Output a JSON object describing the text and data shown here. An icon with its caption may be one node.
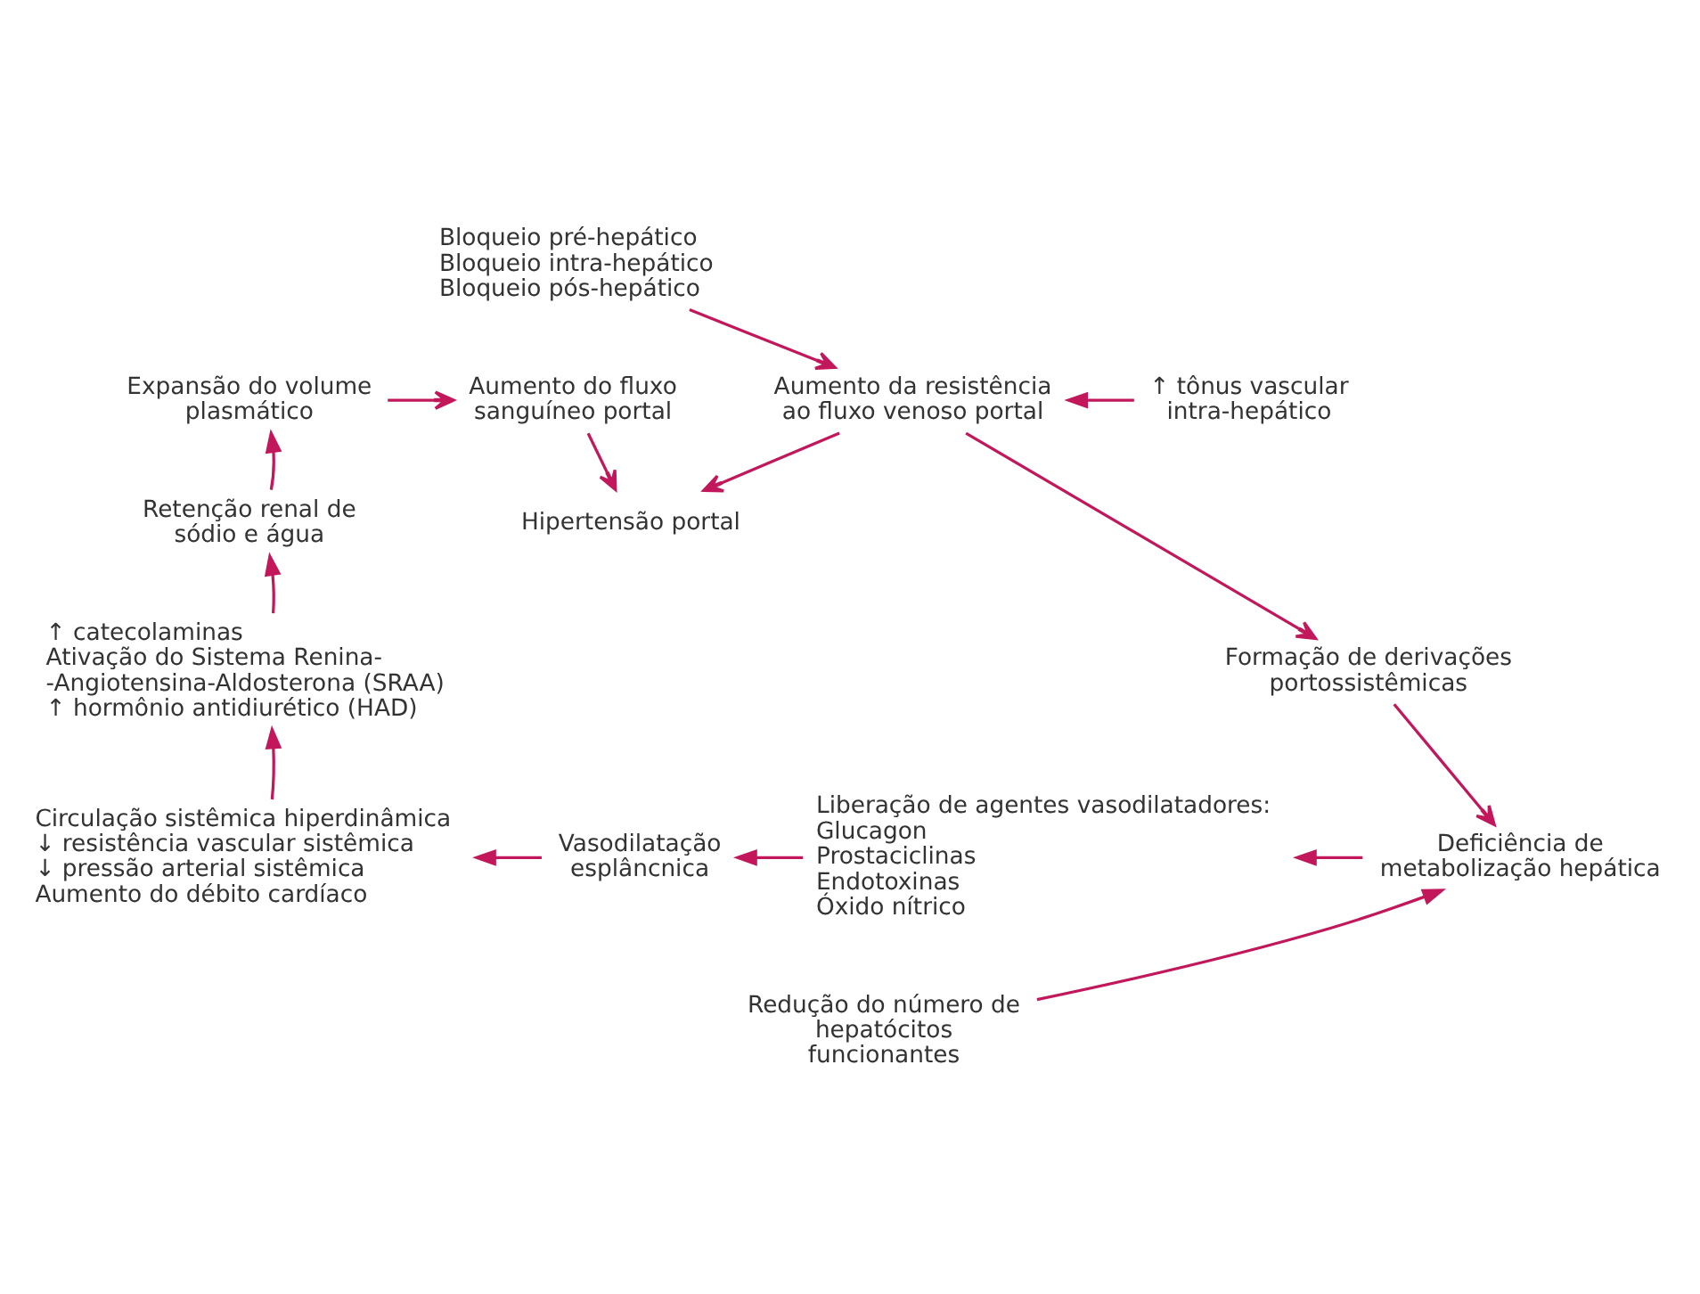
{
  "diagram": {
    "nodes": [
      {
        "text": [
          "Bloqueio pré-hepático",
          "Bloqueio intra-hepático",
          "Bloqueio pós-hepático"
        ]
      },
      {
        "text": [
          "Expansão do volume plasmático"
        ]
      },
      {
        "text": [
          "Aumento do fluxo sanguíneo portal"
        ]
      },
      {
        "text": [
          "Aumento da resistência ao fluxo venoso portal"
        ]
      },
      {
        "text": [
          "↑ tônus vascular intra-hepático"
        ]
      },
      {
        "text": [
          "Retenção renal de sódio e água"
        ]
      },
      {
        "text": [
          "Hipertensão portal"
        ]
      },
      {
        "text": [
          "↑ catecolaminas",
          "Ativação do Sistema Renina- -Angiotensina-Aldosterona (SRAA)",
          "↑ hormônio antidiurético (HAD)"
        ]
      },
      {
        "text": [
          "Formação de derivações portossistêmicas"
        ]
      },
      {
        "text": [
          "Circulação sistêmica hiperdinâmica",
          "↓ resistência vascular sistêmica",
          "↓ pressão arterial sistêmica",
          "Aumento do débito cardíaco"
        ]
      },
      {
        "text": [
          "Vasodilatação esplâncnica"
        ]
      },
      {
        "text": [
          "Liberação de agentes vasodilatadores:",
          "Glucagon",
          "Prostaciclinas",
          "Endotoxinas",
          "Óxido nítrico"
        ]
      },
      {
        "text": [
          "Deficiência de metabolização hepática"
        ]
      },
      {
        "text": [
          "Redução do número de hepatócitos funcionantes"
        ]
      }
    ],
    "edges": [
      {
        "from": 0,
        "to": 3,
        "arrow": "to"
      },
      {
        "from": 1,
        "to": 2,
        "arrow": "to"
      },
      {
        "from": 2,
        "to": 6,
        "arrow": "to"
      },
      {
        "from": 3,
        "to": 6,
        "arrow": "to"
      },
      {
        "from": 4,
        "to": 3,
        "arrow": "to"
      },
      {
        "from": 3,
        "to": 8,
        "arrow": "to"
      },
      {
        "from": 8,
        "to": 12,
        "arrow": "to"
      },
      {
        "from": 13,
        "to": 12,
        "arrow": "to"
      },
      {
        "from": 12,
        "to": 11,
        "arrow": "to"
      },
      {
        "from": 11,
        "to": 10,
        "arrow": "to"
      },
      {
        "from": 10,
        "to": 9,
        "arrow": "to"
      },
      {
        "from": 9,
        "to": 7,
        "arrow": "to"
      },
      {
        "from": 7,
        "to": 5,
        "arrow": "to"
      },
      {
        "from": 5,
        "to": 1,
        "arrow": "to"
      }
    ]
  }
}
